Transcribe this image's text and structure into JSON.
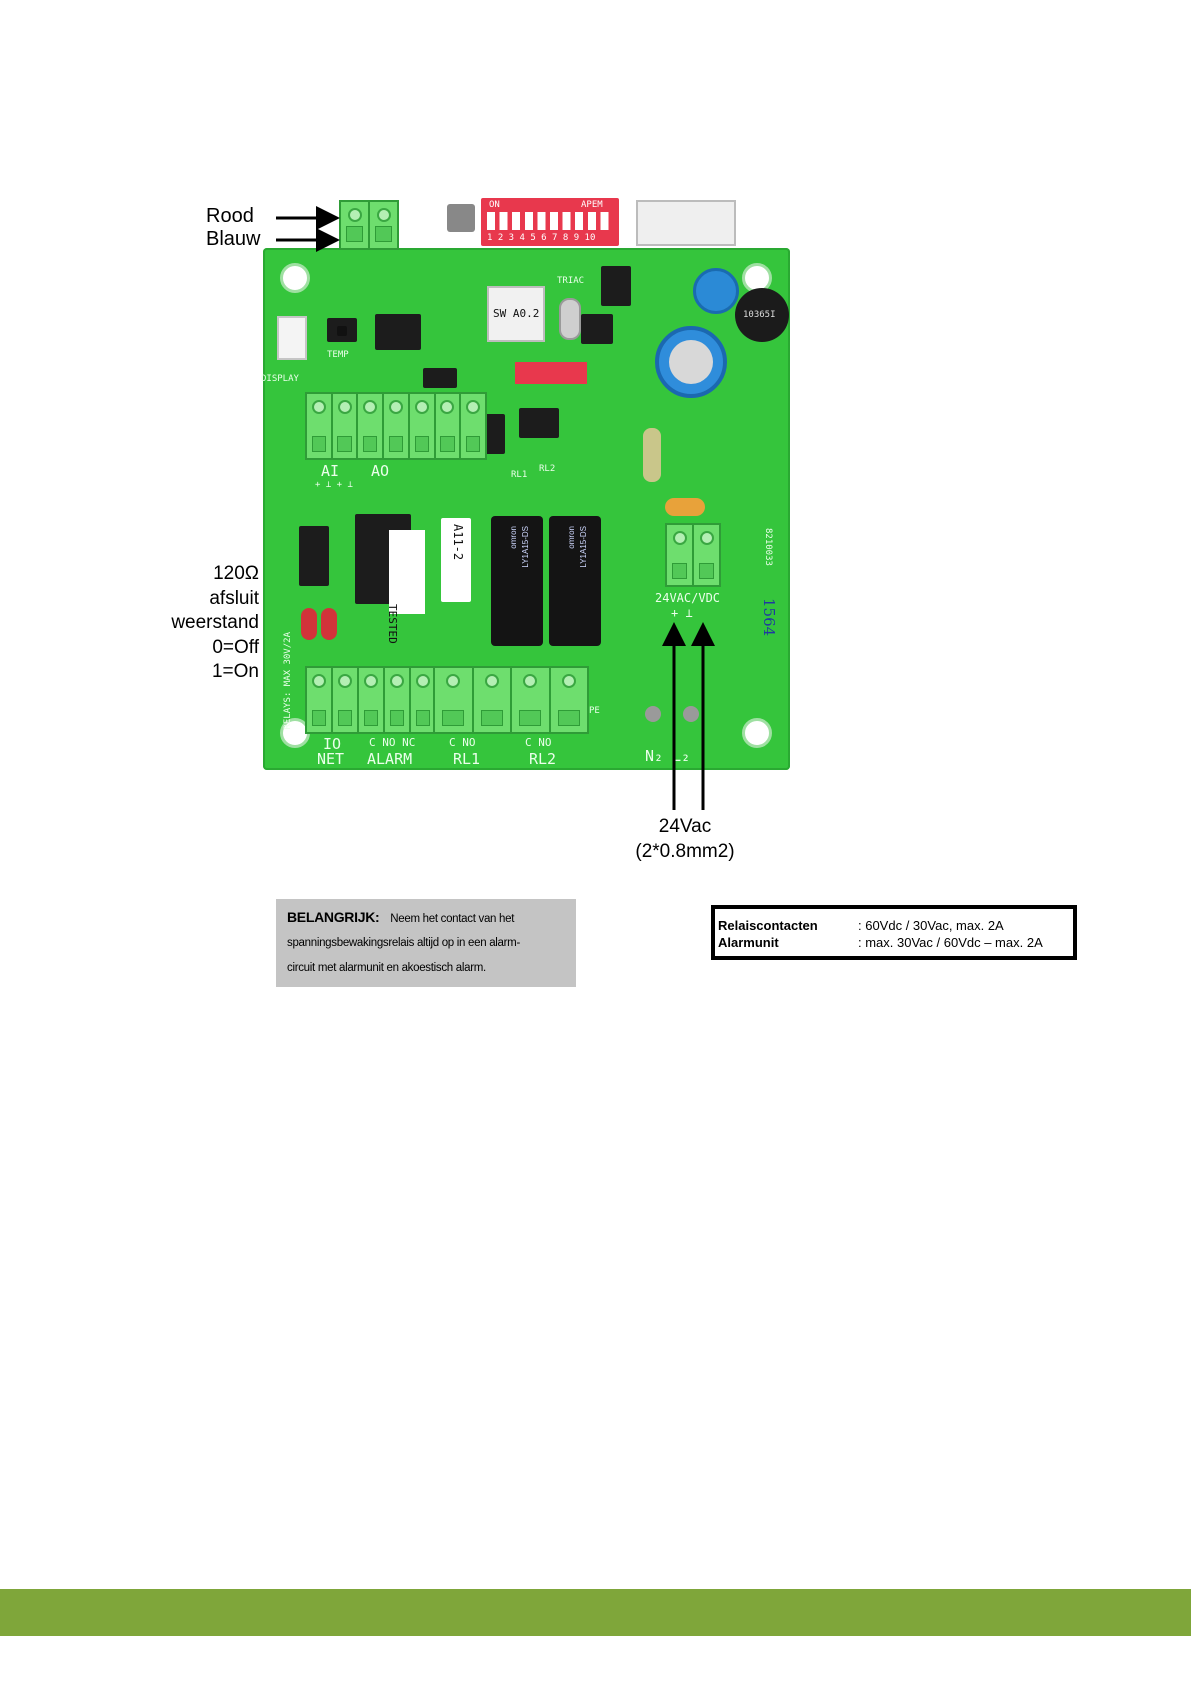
{
  "labels": {
    "rood": "Rood",
    "blauw": "Blauw",
    "resistor": [
      "120Ω",
      "afsluit",
      "weerstand",
      "0=Off",
      "1=On"
    ],
    "supply": [
      "24Vac",
      "(2*0.8mm2)"
    ]
  },
  "board": {
    "dip": "ON",
    "dip_numbers": "1 2 3 4 5 6 7 8 9 10",
    "dip_right": "APEM",
    "chip_label": "SW A0.2",
    "a11_label": "A11-2",
    "tested_label": "TESTED",
    "display": "DISPLAY",
    "triac": "TRIAC",
    "temp": "TEMP",
    "rl1_small": "RL1",
    "rl2_small": "RL2",
    "block1": [
      "AI",
      "AO"
    ],
    "block1_signs": "+ ⊥  + ⊥",
    "power_label": "24VAC/VDC",
    "power_signs": "+  ⊥",
    "bottom_terms": [
      "IO",
      "NET",
      "C NO NC",
      "ALARM",
      "C NO",
      "RL1",
      "C NO",
      "RL2"
    ],
    "relays_text": "RELAYS: MAX 30V/2A",
    "pe": "PE",
    "nl": "N₂ L₂",
    "vertical_code": "8210033",
    "handwritten": "1564",
    "relay_brand": "omron",
    "relay_model": "LY1A15-DS",
    "inductor": "10365I"
  },
  "important": {
    "title": "BELANGRIJK:",
    "line1": "Neem het contact van het",
    "line2": "spanningsbewakingsrelais altijd op in een alarm-",
    "line3": "circuit met alarmunit en akoestisch alarm."
  },
  "spec": {
    "rows": [
      {
        "key": "Relaiscontacten",
        "value": ": 60Vdc / 30Vac, max. 2A"
      },
      {
        "key": "Alarmunit",
        "value": ": max. 30Vac / 60Vdc – max. 2A"
      }
    ]
  },
  "colors": {
    "pcb": "#35c53c",
    "footer": "#7fa63a",
    "note_bg": "#c4c4c4"
  }
}
